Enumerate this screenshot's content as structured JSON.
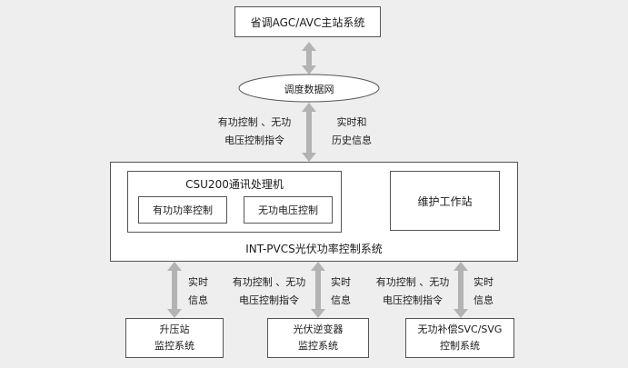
{
  "nodes": {
    "top": "省调AGC/AVC主站系统",
    "network": "调度数据网",
    "csu": "CSU200通讯处理机",
    "active_ctrl": "有功功率控制",
    "reactive_ctrl": "无功电压控制",
    "maint": "维护工作站",
    "main_system": "INT-PVCS光伏功率控制系统",
    "booster_1": "升压站",
    "booster_2": "监控系统",
    "inverter_1": "光伏逆变器",
    "inverter_2": "监控系统",
    "svc_1": "无功补偿SVC/SVG",
    "svc_2": "控制系统"
  },
  "labels": {
    "cmd_1": "有功控制 、无功",
    "cmd_2": "电压控制指令",
    "realtime_hist_1": "实时和",
    "realtime_hist_2": "历史信息",
    "realtime_1": "实时",
    "realtime_2": "信息"
  }
}
